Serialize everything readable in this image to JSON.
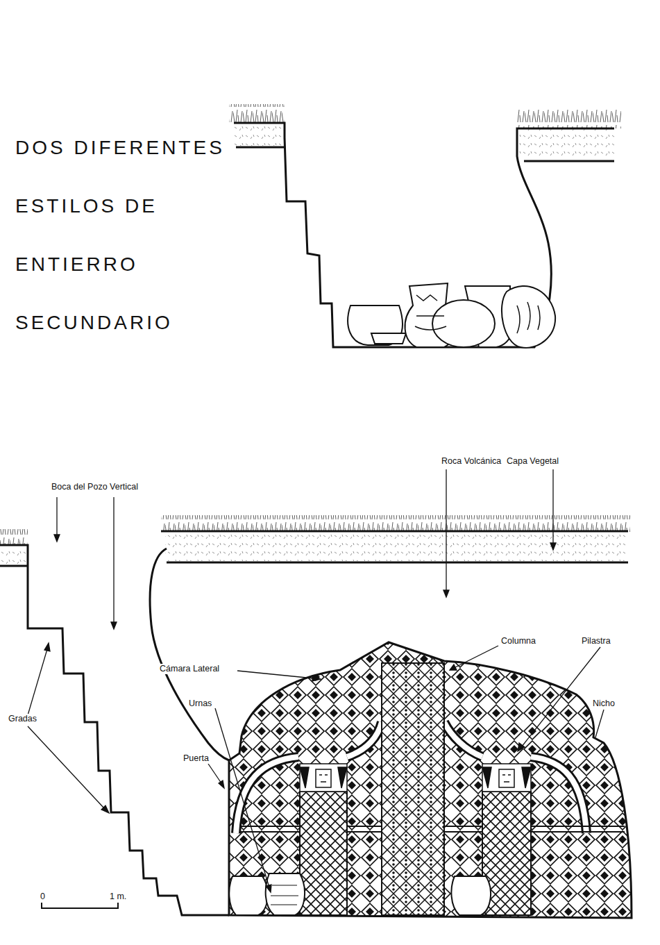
{
  "diagram": {
    "title": "DOS DIFERENTES ESTILOS DE ENTIERRO SECUNDARIO",
    "labels": [
      "Boca del Pozo Vertical",
      "Roca Volcánica",
      "Capa Vegetal",
      "Columna",
      "Pilastra",
      "Cámara Lateral",
      "Nicho",
      "Urnas",
      "Puerta",
      "Gradas",
      "0",
      "1 m."
    ]
  }
}
